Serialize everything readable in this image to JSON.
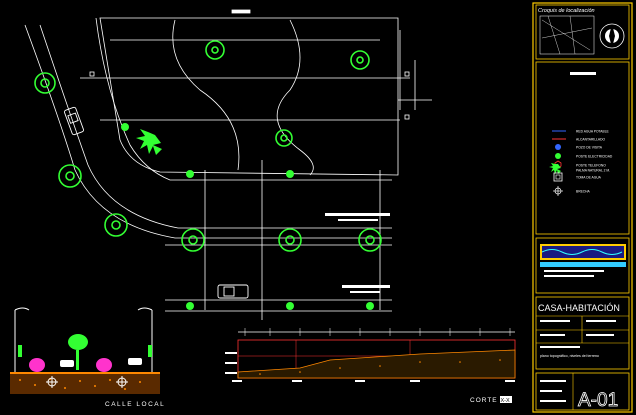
{
  "drawing": {
    "street_label": "CALLE LOCAL",
    "section_label": "CORTE",
    "section_mark": "X-X"
  },
  "title_block": {
    "location_title": "Croquis de localización",
    "project_title": "CASA-HABITACIÓN",
    "sheet_number": "A-01",
    "plan_description": "plano topográfico, niveles del terreno"
  },
  "legend": {
    "items": [
      {
        "label": "RED AGUA POTABLE",
        "symbol": "line-blue-icon"
      },
      {
        "label": "ALCANTARILLADO",
        "symbol": "line-red-icon"
      },
      {
        "label": "POZO DE VISITA",
        "symbol": "blue-dot-icon"
      },
      {
        "label": "POSTE ELECTRICIDAD",
        "symbol": "green-dot-icon"
      },
      {
        "label": "POSTE TELEFONO",
        "symbol": "red-hex-icon"
      },
      {
        "label": "PALMA NATURAL 2 M.",
        "symbol": "palm-icon"
      },
      {
        "label": "TOMA DE AGUA",
        "symbol": "square-icon"
      },
      {
        "label": "BRECHA",
        "symbol": "crosshair-icon"
      }
    ]
  },
  "colors": {
    "background": "#000000",
    "linework": "#ffffff",
    "tree": "#33ff33",
    "frame": "#ffcc00",
    "water": "#3366ff",
    "sewer": "#ff3333",
    "soil": "#ff8800"
  }
}
